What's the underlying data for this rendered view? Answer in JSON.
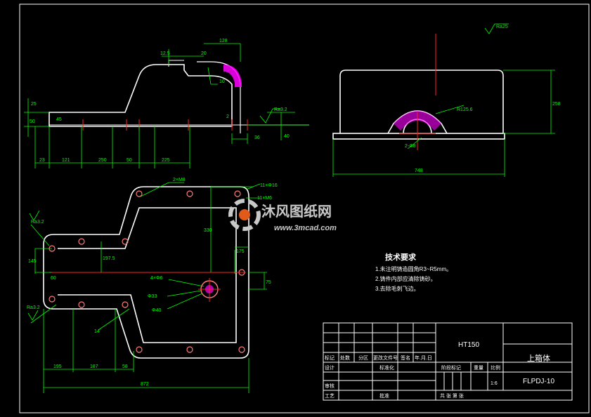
{
  "colors": {
    "background": "#000000",
    "outline": "#ffffff",
    "dimension": "#00ff00",
    "centerline": "#ff2020",
    "hatch": "#ff00ff",
    "hole": "#ff7a7a",
    "watermark": "#c8c8c8",
    "watermark_accent": "#e05a1a"
  },
  "watermark": {
    "brand": "沐风图纸网",
    "url": "www.3mcad.com"
  },
  "front_view": {
    "dims": {
      "d23": "23",
      "d121": "121",
      "d250": "250",
      "d50": "50",
      "d225": "225",
      "d128": "128",
      "d12_5": "12.5",
      "d20": "20",
      "d45": "45",
      "d2": "2",
      "d36": "36",
      "d40": "40",
      "d50v": "50",
      "d25": "25",
      "d10": "10",
      "ra": "Ra3.2"
    }
  },
  "side_view": {
    "dims": {
      "width": "748",
      "height": "258",
      "radius": "R125.6",
      "hole": "2-Φ8",
      "ra_top": "Ra25"
    }
  },
  "plan_view": {
    "dims": {
      "holes_top": "2×M8",
      "holes_left": "11×M6",
      "holes_right": "11×Φ16",
      "d330": "330",
      "d145": "145",
      "d197": "197.5",
      "d60": "60",
      "d175": "175",
      "d195": "195",
      "d187": "187",
      "d58": "58",
      "total": "872",
      "d75": "75",
      "hole_a": "4×Φ6",
      "hole_b": "Φ33",
      "hole_c": "Φ40",
      "ra_left": "Ra3.2",
      "ra_bottom": "Ra3.2",
      "note14": "14"
    }
  },
  "tech_notes": {
    "title": "技术要求",
    "items": [
      "1.未注明铸造圆角R3~R5mm。",
      "2.铸件内部应清除铸砂。",
      "3.去除毛刺飞边。"
    ]
  },
  "title_block": {
    "material": "HT150",
    "part_name": "上箱体",
    "drawing_no": "FLPDJ-10",
    "scale": "1:6",
    "row_labels": [
      "标记",
      "处数",
      "分区",
      "更改文件号",
      "签名",
      "年.月.日"
    ],
    "design": "设计",
    "standard": "标准化",
    "stage_mark": "阶段标记",
    "weight": "重量",
    "scale_label": "比例",
    "audit": "审核",
    "process": "工艺",
    "approve": "批准",
    "sheets": "共  张  第  张"
  }
}
